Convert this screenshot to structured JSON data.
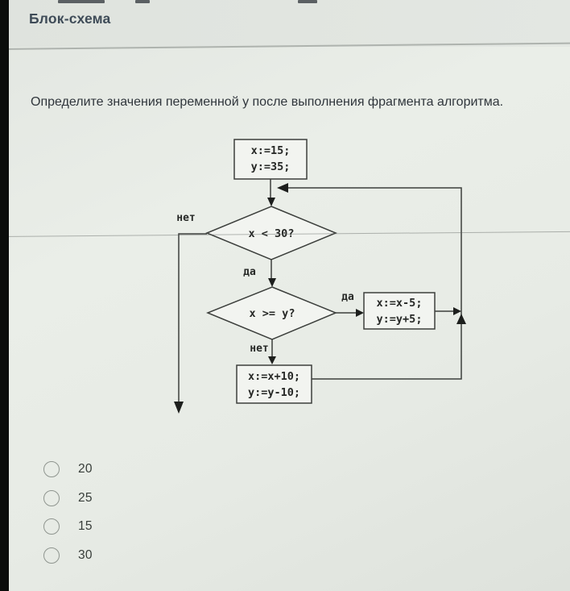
{
  "page": {
    "title": "Блок-схема",
    "question": "Определите значения переменной y после выполнения фрагмента алгоритма."
  },
  "flowchart": {
    "init_block": {
      "line1": "x:=15;",
      "line2": "y:=35;"
    },
    "decision1": {
      "condition": "x < 30?",
      "no_label": "нет",
      "yes_label": "да"
    },
    "decision2": {
      "condition": "x >= y?",
      "yes_label": "да",
      "no_label": "нет"
    },
    "yes_block": {
      "line1": "x:=x-5;",
      "line2": "y:=y+5;"
    },
    "no_block": {
      "line1": "x:=x+10;",
      "line2": "y:=y-10;"
    }
  },
  "options": [
    {
      "label": "20",
      "selected": false
    },
    {
      "label": "25",
      "selected": false
    },
    {
      "label": "15",
      "selected": false
    },
    {
      "label": "30",
      "selected": false
    }
  ],
  "colors": {
    "title": "#3e4b57",
    "body_text": "#30363c",
    "diagram_line": "#3c3f3c",
    "background": "#e7ebe5"
  }
}
